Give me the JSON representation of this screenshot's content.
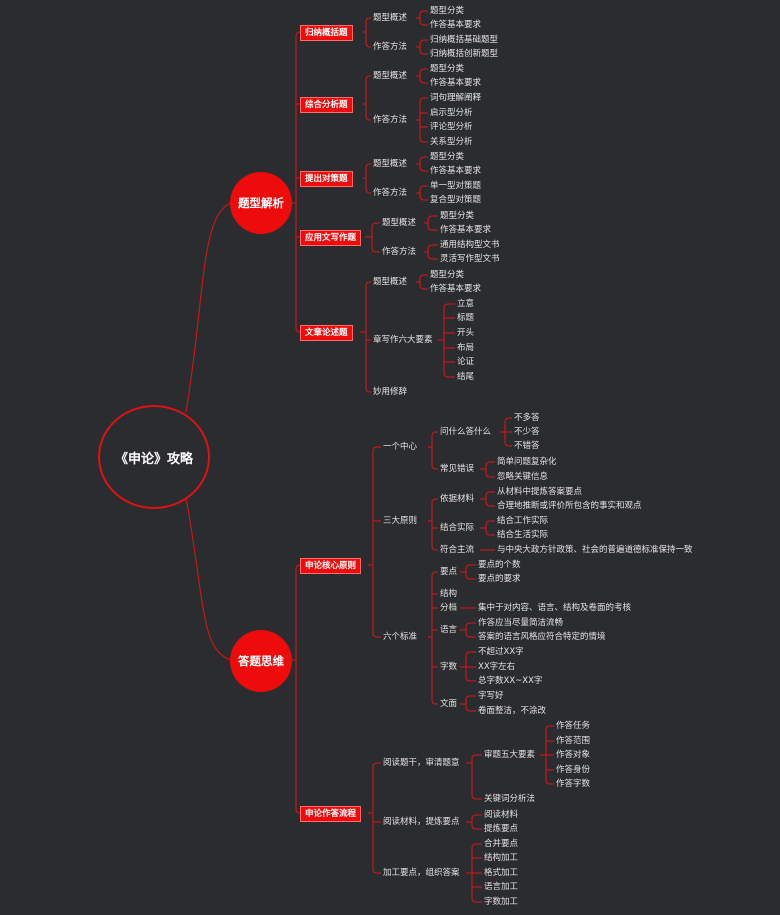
{
  "colors": {
    "background": "#2b2c30",
    "accent": "#ee0b0b",
    "line": "#d01818",
    "text": "#e4e4e4"
  },
  "root": "《申论》攻略",
  "branches": [
    {
      "label": "题型解析",
      "children": [
        {
          "label": "归纳概括题",
          "children": [
            {
              "label": "题型概述",
              "children": [
                "题型分类",
                "作答基本要求"
              ]
            },
            {
              "label": "作答方法",
              "children": [
                "归纳概括基础题型",
                "归纳概括创新题型"
              ]
            }
          ]
        },
        {
          "label": "综合分析题",
          "children": [
            {
              "label": "题型概述",
              "children": [
                "题型分类",
                "作答基本要求"
              ]
            },
            {
              "label": "作答方法",
              "children": [
                "词句理解阐释",
                "启示型分析",
                "评论型分析",
                "关系型分析"
              ]
            }
          ]
        },
        {
          "label": "提出对策题",
          "children": [
            {
              "label": "题型概述",
              "children": [
                "题型分类",
                "作答基本要求"
              ]
            },
            {
              "label": "作答方法",
              "children": [
                "单一型对策题",
                "复合型对策题"
              ]
            }
          ]
        },
        {
          "label": "应用文写作题",
          "children": [
            {
              "label": "题型概述",
              "children": [
                "题型分类",
                "作答基本要求"
              ]
            },
            {
              "label": "作答方法",
              "children": [
                "通用结构型文书",
                "灵活写作型文书"
              ]
            }
          ]
        },
        {
          "label": "文章论述题",
          "children": [
            {
              "label": "题型概述",
              "children": [
                "题型分类",
                "作答基本要求"
              ]
            },
            {
              "label": "章写作六大要素",
              "children": [
                "立意",
                "标题",
                "开头",
                "布局",
                "论证",
                "结尾"
              ]
            },
            {
              "label": "妙用修辞",
              "children": []
            }
          ]
        }
      ]
    },
    {
      "label": "答题思维",
      "children": [
        {
          "label": "申论核心原则",
          "children": [
            {
              "label": "一个中心",
              "children": [
                {
                  "label": "问什么答什么",
                  "children": [
                    "不多答",
                    "不少答",
                    "不错答"
                  ]
                },
                {
                  "label": "常见错误",
                  "children": [
                    "简单问题复杂化",
                    "忽略关键信息"
                  ]
                }
              ]
            },
            {
              "label": "三大原则",
              "children": [
                {
                  "label": "依据材料",
                  "children": [
                    "从材料中提炼答案要点",
                    "合理地推断或评价所包含的事实和观点"
                  ]
                },
                {
                  "label": "结合实际",
                  "children": [
                    "结合工作实际",
                    "结合生活实际"
                  ]
                },
                {
                  "label": "符合主流",
                  "children": [
                    "与中央大政方针政策、社会的普遍道德标准保持一致"
                  ]
                }
              ]
            },
            {
              "label": "六个标准",
              "children": [
                {
                  "label": "要点",
                  "children": [
                    "要点的个数",
                    "要点的要求"
                  ]
                },
                {
                  "label": "结构",
                  "children": []
                },
                {
                  "label": "分档",
                  "children": [
                    "集中于对内容、语言、结构及卷面的考核"
                  ]
                },
                {
                  "label": "语言",
                  "children": [
                    "作答应当尽量简洁流畅",
                    "答案的语言风格应符合特定的情境"
                  ]
                },
                {
                  "label": "字数",
                  "children": [
                    "不超过XX字",
                    "XX字左右",
                    "总字数XX~XX字"
                  ]
                },
                {
                  "label": "文面",
                  "children": [
                    "字写好",
                    "卷面整洁，不涂改"
                  ]
                }
              ]
            }
          ]
        },
        {
          "label": "申论作答流程",
          "children": [
            {
              "label": "阅读题干，审清题意",
              "children": [
                {
                  "label": "审题五大要素",
                  "children": [
                    "作答任务",
                    "作答范围",
                    "作答对象",
                    "作答身份",
                    "作答字数"
                  ]
                },
                {
                  "label": "关键词分析法",
                  "children": []
                }
              ]
            },
            {
              "label": "阅读材料，提炼要点",
              "children": [
                {
                  "label": "阅读材料",
                  "children": []
                },
                {
                  "label": "提炼要点",
                  "children": []
                }
              ]
            },
            {
              "label": "加工要点，组织答案",
              "children": [
                {
                  "label": "合并要点",
                  "children": []
                },
                {
                  "label": "结构加工",
                  "children": []
                },
                {
                  "label": "格式加工",
                  "children": []
                },
                {
                  "label": "语言加工",
                  "children": []
                },
                {
                  "label": "字数加工",
                  "children": []
                }
              ]
            }
          ]
        }
      ]
    }
  ]
}
